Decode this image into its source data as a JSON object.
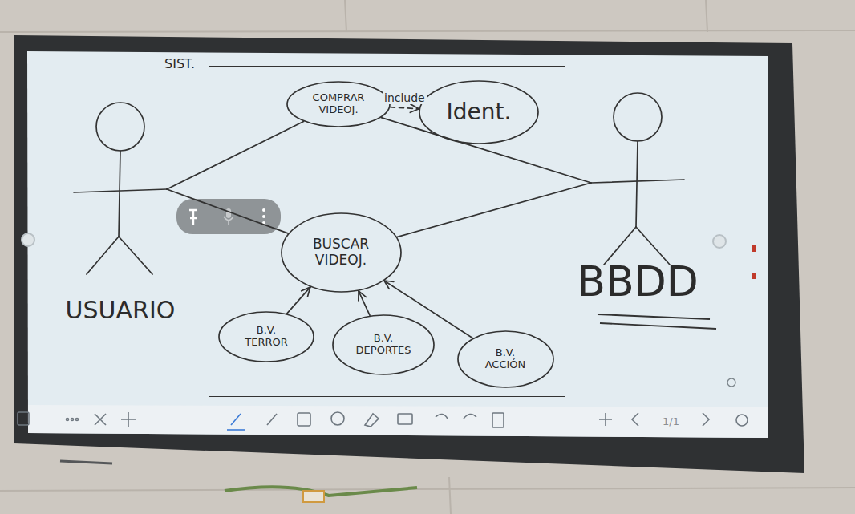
{
  "diagram": {
    "nodes": [
      {
        "text": [
          "SIST."
        ]
      },
      {
        "text": [
          "USUARIO"
        ]
      },
      {
        "text": [
          "COMPRAR VIDEOJ."
        ],
        "in": 0
      },
      {
        "text": [
          "Ident."
        ],
        "in": 0
      },
      {
        "text": [
          "BUSCAR VIDEOJ."
        ],
        "in": 0
      },
      {
        "text": [
          "B.V. TERROR"
        ],
        "in": 0
      },
      {
        "text": [
          "B.V. DEPORTES"
        ],
        "in": 0
      },
      {
        "text": [
          "B.V. ACCIÓN"
        ],
        "in": 0
      },
      {
        "text": [
          "BBDD"
        ]
      }
    ],
    "edges": [
      {
        "from": 1,
        "to": 2,
        "arrow": "none"
      },
      {
        "from": 1,
        "to": 4,
        "arrow": "none"
      },
      {
        "from": 2,
        "to": 3,
        "arrow": "to",
        "label": "include"
      },
      {
        "from": 2,
        "to": 8,
        "arrow": "none"
      },
      {
        "from": 4,
        "to": 8,
        "arrow": "none"
      },
      {
        "from": 5,
        "to": 4,
        "arrow": "to"
      },
      {
        "from": 6,
        "to": 4,
        "arrow": "to"
      },
      {
        "from": 7,
        "to": 4,
        "arrow": "to"
      }
    ],
    "labels": [
      "1/1"
    ]
  }
}
